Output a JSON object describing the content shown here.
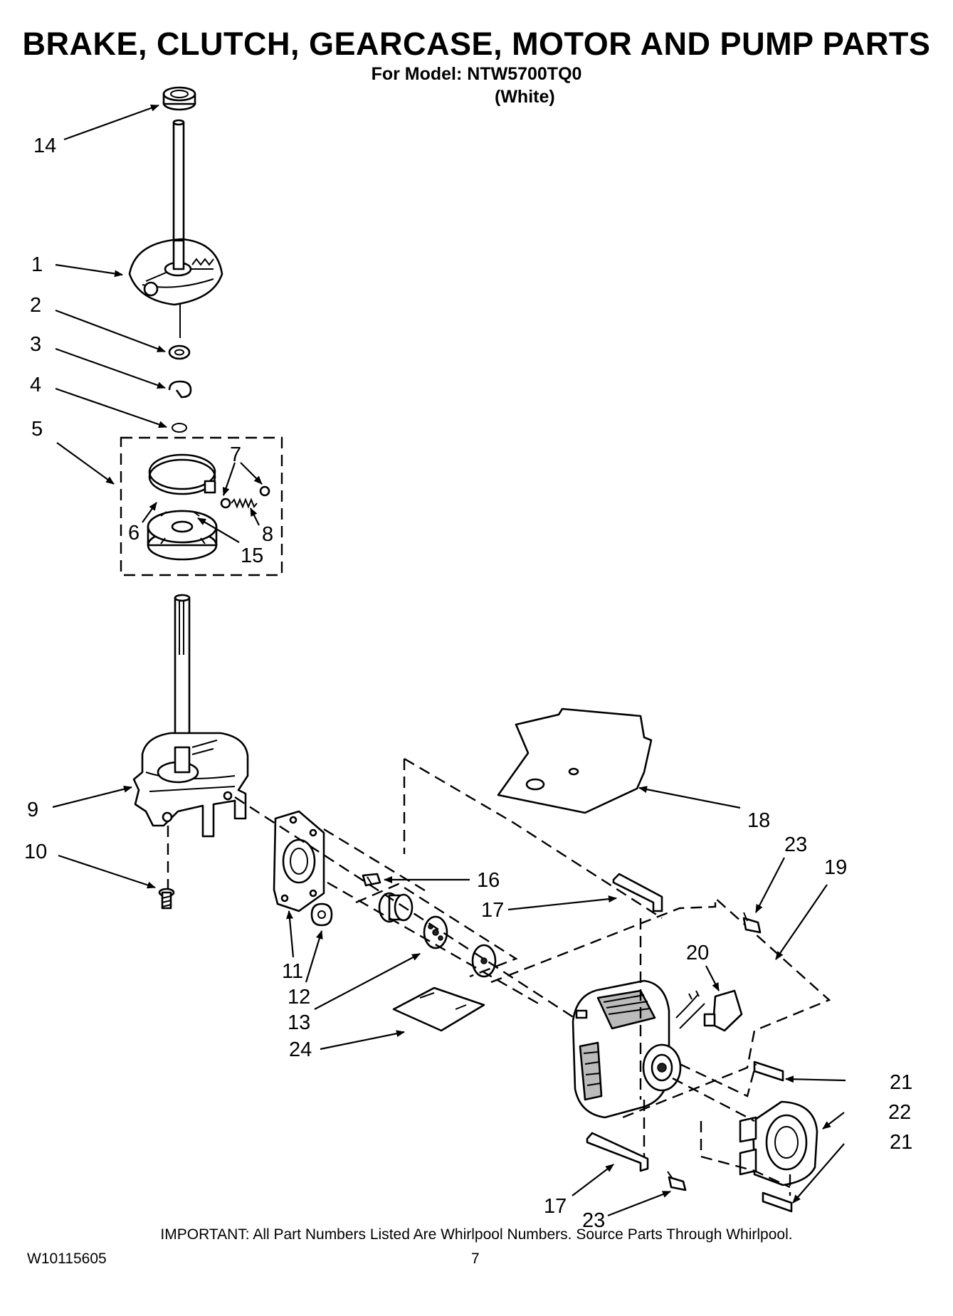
{
  "header": {
    "title": "BRAKE, CLUTCH, GEARCASE, MOTOR AND PUMP PARTS",
    "model_line": "For Model: NTW5700TQ0",
    "color_line": "(White)"
  },
  "callouts": {
    "c1": "1",
    "c2": "2",
    "c3": "3",
    "c4": "4",
    "c5": "5",
    "c6": "6",
    "c7": "7",
    "c8": "8",
    "c9": "9",
    "c10": "10",
    "c11": "11",
    "c12": "12",
    "c13": "13",
    "c14": "14",
    "c15": "15",
    "c16": "16",
    "c17a": "17",
    "c17b": "17",
    "c18": "18",
    "c19": "19",
    "c20": "20",
    "c21a": "21",
    "c21b": "21",
    "c22": "22",
    "c23a": "23",
    "c23b": "23",
    "c24": "24"
  },
  "footer": {
    "important_label": "IMPORTANT:",
    "important_text": "All Part Numbers Listed Are Whirlpool Numbers. Source Parts Through Whirlpool.",
    "doc_number": "W10115605",
    "page_number": "7"
  }
}
